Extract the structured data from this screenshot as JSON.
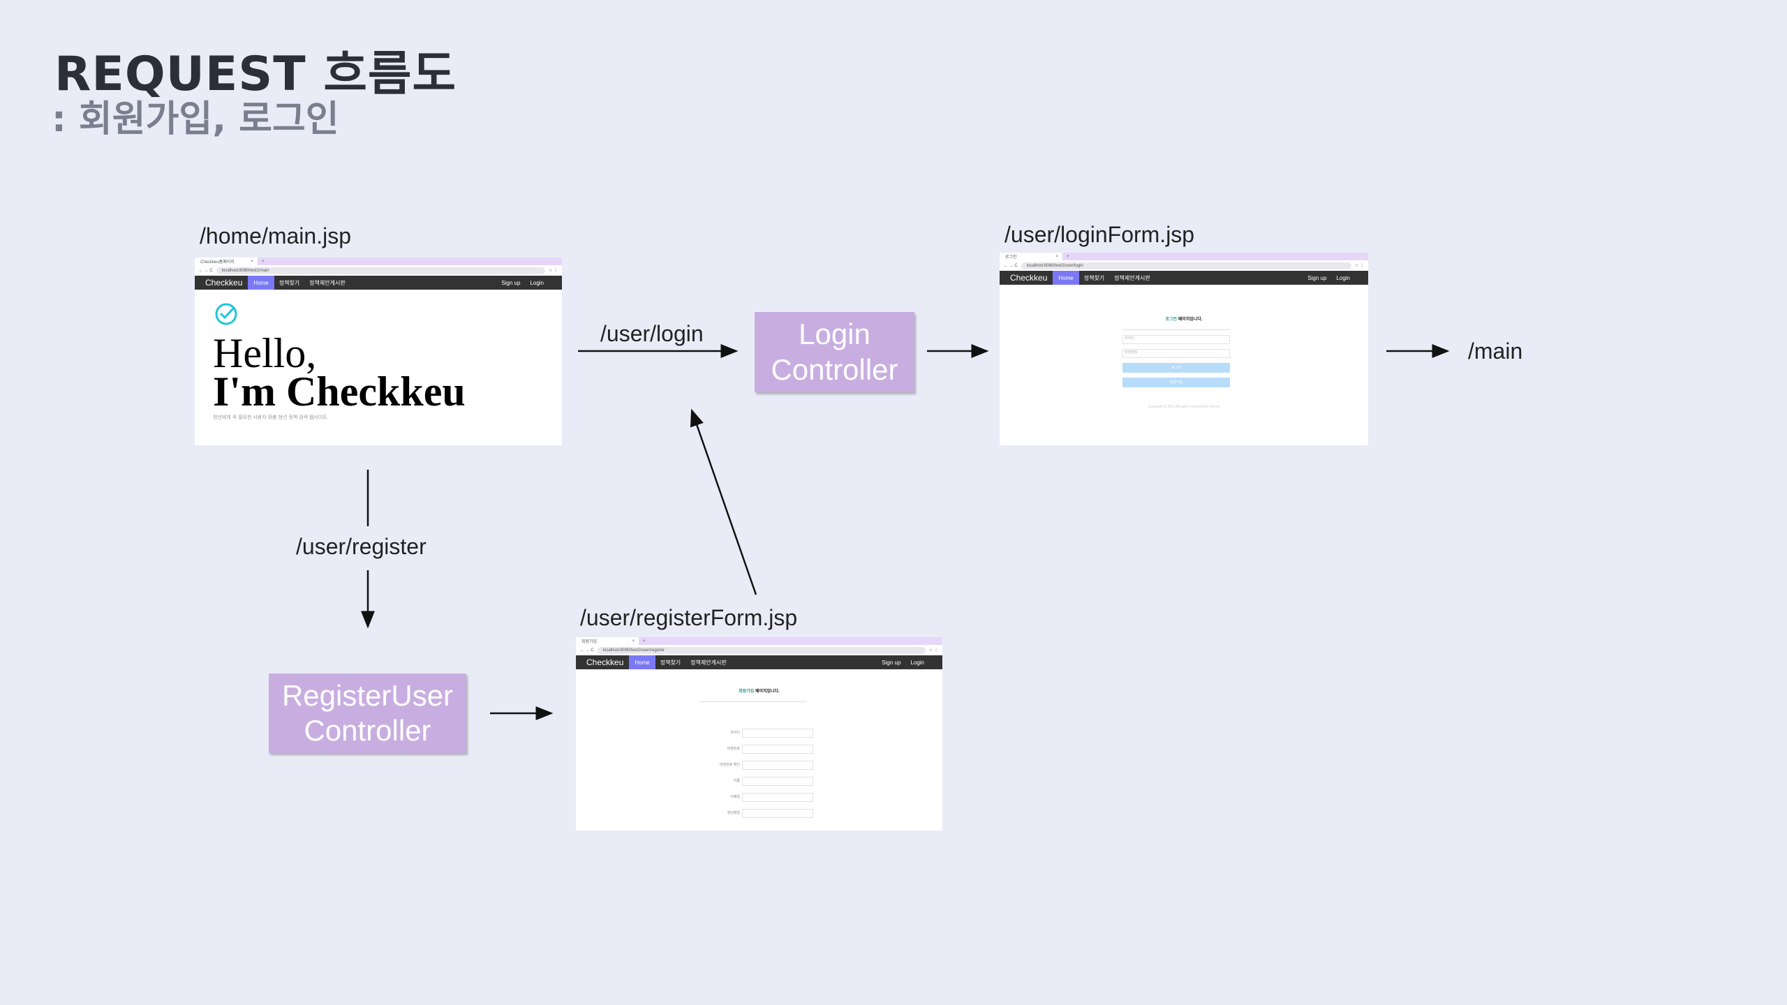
{
  "title": "REQUEST 흐름도",
  "subtitle": ": 회원가입, 로그인",
  "labels": {
    "main_jsp": "/home/main.jsp",
    "user_login": "/user/login",
    "login_form_jsp": "/user/loginForm.jsp",
    "main": "/main",
    "user_register": "/user/register",
    "register_form_jsp": "/user/registerForm.jsp"
  },
  "controllers": {
    "login": "Login Controller",
    "register": "RegisterUser Controller"
  },
  "site": {
    "brand": "Checkkeu",
    "home": "Home",
    "nav1": "정책찾기",
    "nav2": "정책제안게시판",
    "signup": "Sign up",
    "login": "Login"
  },
  "main_page": {
    "tab": "Checkkeu홈페이지",
    "url": "localhost:8080/test2/main",
    "hello": "Hello,",
    "im": "I'm Checkkeu",
    "desc": "청년에게 꼭 필요한 사용자 맞춤 청년 정책 검색 웹사이트"
  },
  "login_page": {
    "tab": "로그인",
    "url": "localhost:8080/test2/user/login",
    "heading_accent": "로그인",
    "heading_rest": " 페이지입니다.",
    "id_placeholder": "아이디",
    "pw_placeholder": "비밀번호",
    "login_btn": "로그인",
    "register_btn": "회원가입",
    "copyright": "Copyright © 2021 All rights reserved by Aurora"
  },
  "register_page": {
    "tab": "회원가입",
    "url": "localhost:8080/test2/user/register",
    "heading_accent": "회원가입",
    "heading_rest": " 페이지입니다.",
    "fields": [
      "아이디",
      "비밀번호",
      "비밀번호 확인",
      "이름",
      "이메일",
      "생년월일"
    ]
  },
  "colors": {
    "background": "#e9ecf6",
    "controller": "#c8aee0",
    "navbar": "#333333",
    "home_tab": "#7a78f5",
    "browser_tab": "#e6d6fa"
  }
}
